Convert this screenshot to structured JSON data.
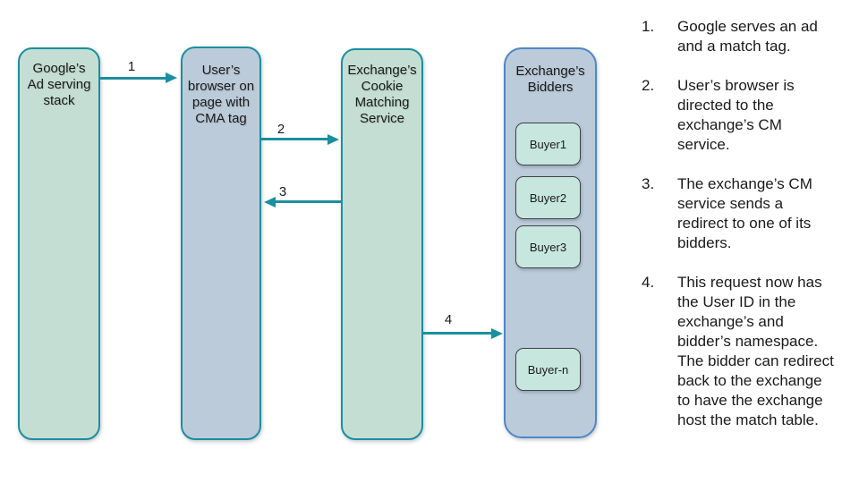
{
  "colors": {
    "teal": "#1a8fa0",
    "green_fill": "#c5ded4",
    "blue_fill": "#bccbda",
    "buyer_fill": "#c7e6de",
    "buyer_border": "#3f4347",
    "bidders_border": "#4e87c9",
    "text": "#1a1a1a"
  },
  "diagram": {
    "nodes": {
      "google": {
        "label": "Google’s\nAd serving\nstack"
      },
      "browser": {
        "label": "User’s\nbrowser on\npage with\nCMA tag"
      },
      "cm": {
        "label": "Exchange’s\nCookie\nMatching\nService"
      },
      "bidders": {
        "label": "Exchange’s\nBidders",
        "buyers": [
          "Buyer1",
          "Buyer2",
          "Buyer3",
          "Buyer-n"
        ]
      }
    },
    "arrows": [
      {
        "label": "1"
      },
      {
        "label": "2"
      },
      {
        "label": "3"
      },
      {
        "label": "4"
      }
    ]
  },
  "steps": [
    {
      "num": "1.",
      "text": "Google serves an ad and a match tag."
    },
    {
      "num": "2.",
      "text": "User’s browser is directed to the exchange’s CM service."
    },
    {
      "num": "3.",
      "text": "The exchange’s CM service sends a redirect to one of its bidders."
    },
    {
      "num": "4.",
      "text": "This request now has the User ID in the exchange’s and bidder’s namespace. The bidder can redirect back to the exchange to have the exchange host the match table."
    }
  ]
}
